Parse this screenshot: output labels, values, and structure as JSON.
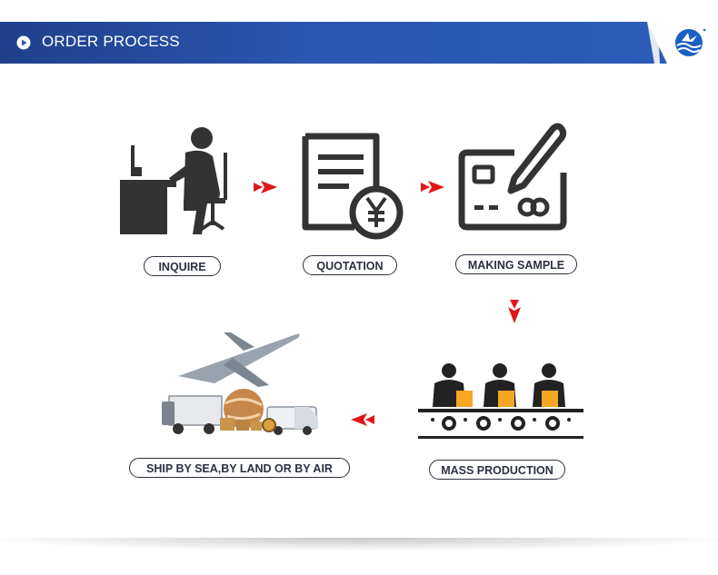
{
  "header": {
    "title": "ORDER PROCESS",
    "accent_color": "#2a57b0"
  },
  "steps": [
    {
      "label": "INQUIRE",
      "icon": "person-at-desk-icon"
    },
    {
      "label": "QUOTATION",
      "icon": "document-yuan-icon"
    },
    {
      "label": "MAKING SAMPLE",
      "icon": "card-pen-icon"
    },
    {
      "label": "MASS PRODUCTION",
      "icon": "assembly-line-icon"
    },
    {
      "label": "SHIP BY SEA,BY LAND OR BY AIR",
      "icon": "shipping-icon"
    }
  ],
  "arrow_color": "#e0161b"
}
